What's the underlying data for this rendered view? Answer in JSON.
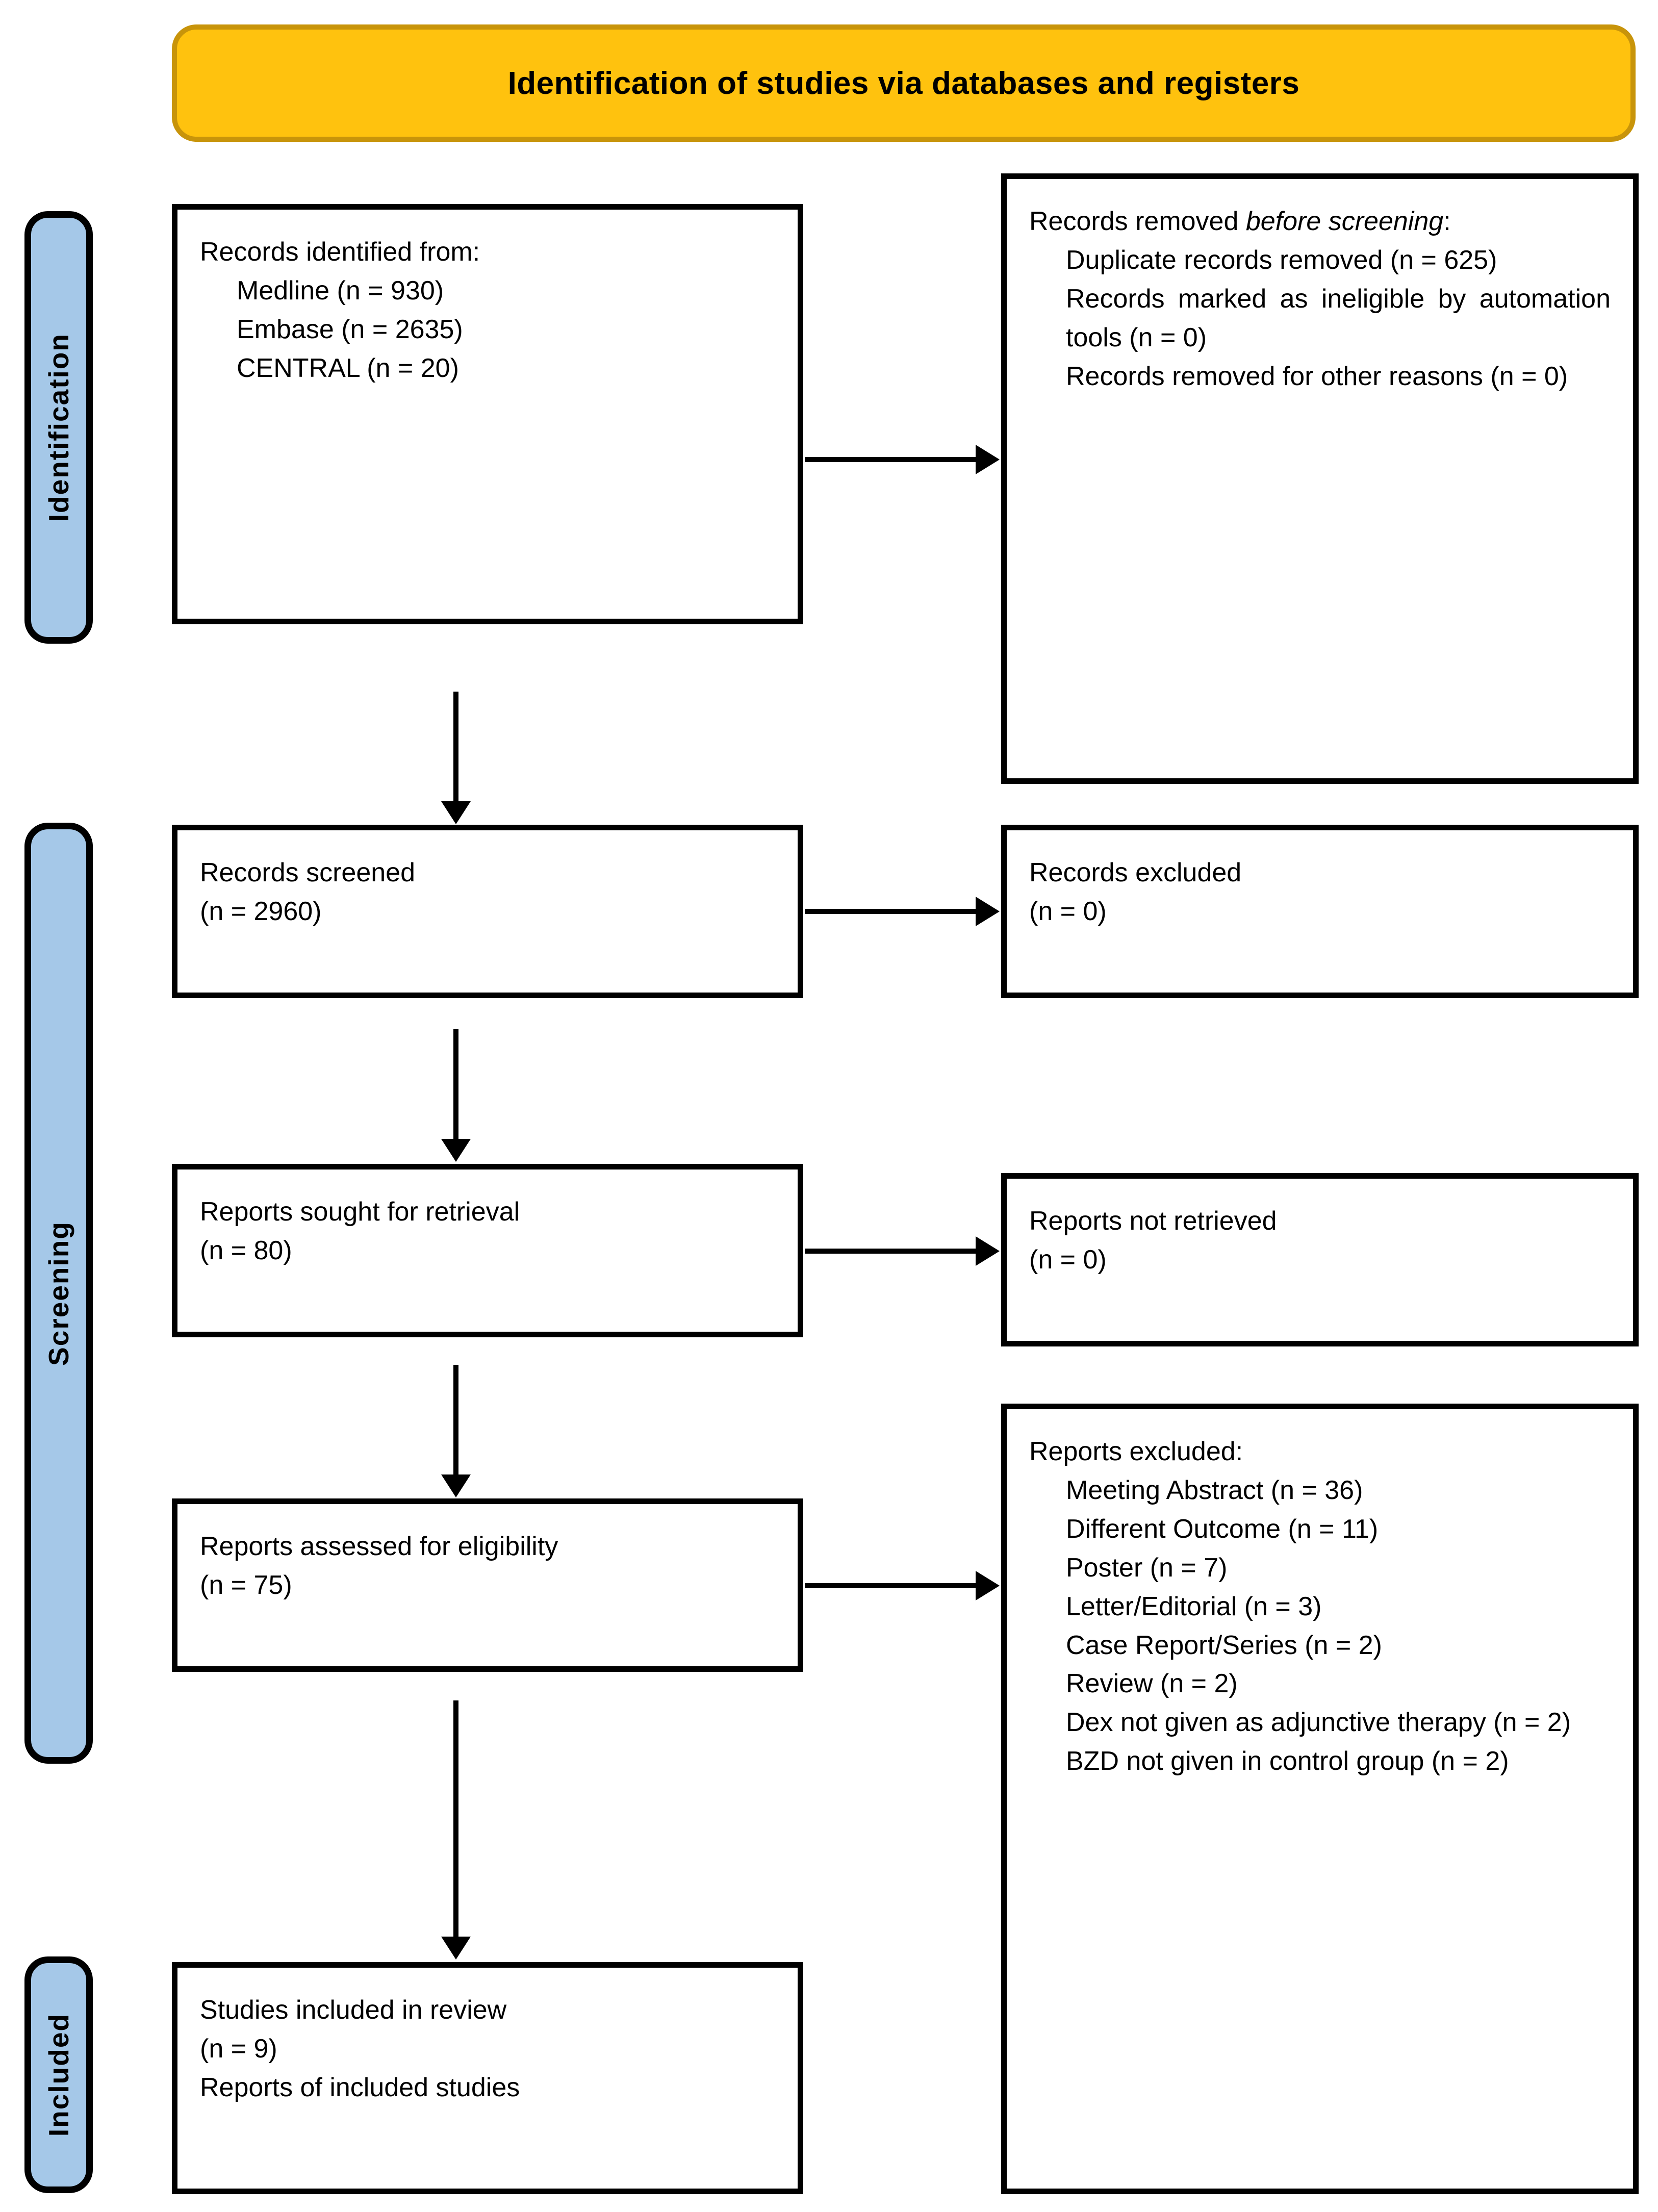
{
  "banner": {
    "title": "Identification of studies via databases and registers",
    "fill_color": "#FFC20E",
    "border_color": "#C8940A"
  },
  "stages": {
    "identification": "Identification",
    "screening": "Screening",
    "included": "Included",
    "fill_color": "#A5C8E8"
  },
  "boxes": {
    "identified": {
      "heading": "Records identified from:",
      "sources": [
        "Medline (n = 930)",
        "Embase (n = 2635)",
        "CENTRAL (n = 20)"
      ]
    },
    "removed": {
      "heading_prefix": "Records removed ",
      "heading_italic": "before screening",
      "heading_suffix": ":",
      "reasons": [
        "Duplicate records removed (n = 625)",
        "Records marked as ineligible by automation tools (n = 0)",
        "Records removed for other reasons (n = 0)"
      ]
    },
    "screened": {
      "label": "Records screened",
      "count": "(n = 2960)"
    },
    "excluded": {
      "label": "Records excluded",
      "count": "(n = 0)"
    },
    "sought": {
      "label": "Reports sought for retrieval",
      "count": "(n = 80)"
    },
    "not_retrieved": {
      "label": "Reports not retrieved",
      "count": "(n = 0)"
    },
    "assessed": {
      "label": "Reports assessed for eligibility",
      "count": "(n = 75)"
    },
    "reports_excluded": {
      "heading": "Reports excluded:",
      "reasons": [
        "Meeting Abstract (n = 36)",
        "Different Outcome (n = 11)",
        "Poster (n = 7)",
        "Letter/Editorial (n = 3)",
        "Case Report/Series (n = 2)",
        "Review (n = 2)",
        "Dex not given as adjunctive therapy (n = 2)",
        "BZD not given in control group (n = 2)"
      ]
    },
    "included": {
      "label": "Studies included in review",
      "count": "(n = 9)",
      "reports_label": "Reports of included studies"
    }
  },
  "arrows": {
    "identified_to_screened": "down-arrow",
    "screened_to_sought": "down-arrow",
    "sought_to_assessed": "down-arrow",
    "assessed_to_included": "down-arrow",
    "identified_to_removed": "right-arrow",
    "screened_to_excluded": "right-arrow",
    "sought_to_notretrieved": "right-arrow",
    "assessed_to_reportsexcluded": "right-arrow"
  }
}
